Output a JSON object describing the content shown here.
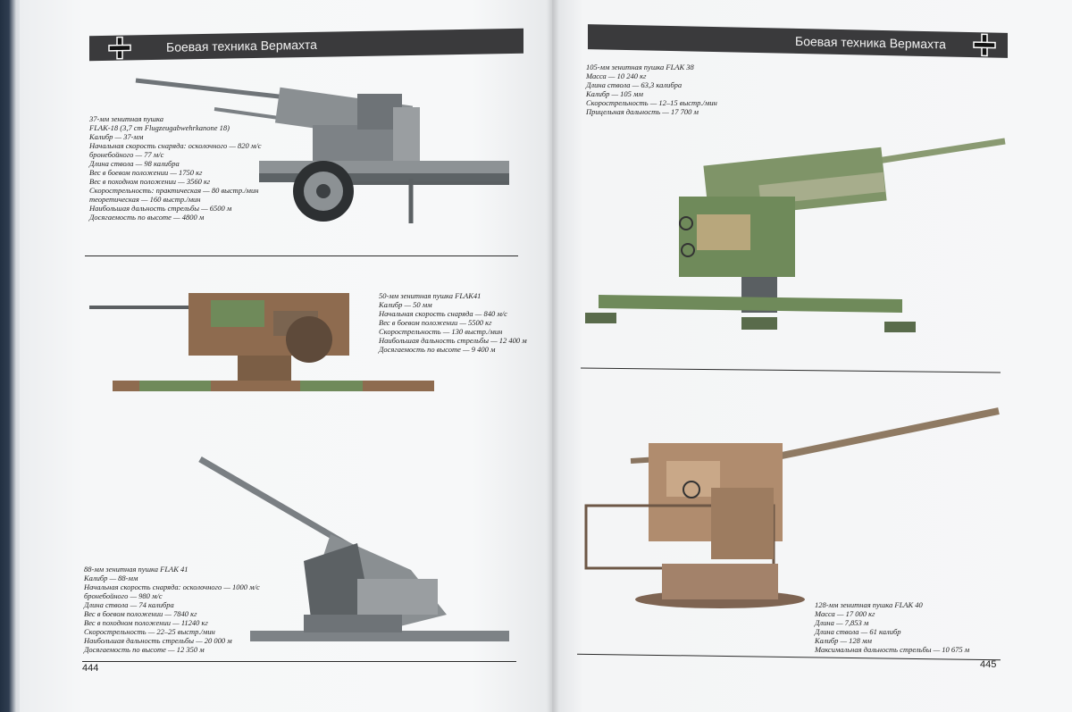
{
  "header": {
    "left_title": "Боевая техника Вермахта",
    "right_title": "Боевая техника Вермахта"
  },
  "page_numbers": {
    "left": "444",
    "right": "445"
  },
  "captions": {
    "flak18": [
      "37-мм зенитная пушка",
      "FLAK-18 (3,7 cm Flugzeugabwehrkanone 18)",
      "Калибр — 37-мм",
      "Начальная скорость снаряда: осколочного — 820 м/с",
      "бронебойного — 77 м/с",
      "Длина ствола — 98 калибра",
      "Вес в боевом положении — 1750 кг",
      "Вес в походном положении — 3560 кг",
      "Скорострельность: практическая — 80 выстр./мин",
      "теоретическая — 160 выстр./мин",
      "Наибольшая дальность стрельбы — 6500 м",
      "Досягаемость по высоте — 4800 м"
    ],
    "flak41_50": [
      "50-мм зенитная пушка FLAK41",
      "Калибр — 50 мм",
      "Начальная скорость снаряда — 840 м/с",
      "Вес в боевом положении — 5500 кг",
      "Скорострельность — 130 выстр./мин",
      "Наибольшая дальность стрельбы — 12 400 м",
      "Досягаемость по высоте — 9 400 м"
    ],
    "flak41_88": [
      "88-мм зенитная пушка FLAK 41",
      "Калибр — 88-мм",
      "Начальная скорость снаряда: осколочного — 1000 м/с",
      "бронебойного — 980 м/с",
      "Длина ствола — 74 калибра",
      "Вес в боевом положении — 7840 кг",
      "Вес в походном положении — 11240 кг",
      "Скорострельность — 22–25 выстр./мин",
      "Наибольшая дальность стрельбы — 20 000 м",
      "Досягаемость по высоте — 12 350 м"
    ],
    "flak38": [
      "105-мм зенитная пушка FLAK 38",
      "Масса — 10 240 кг",
      "Длина ствола — 63,3 калибра",
      "Калибр — 105 мм",
      "Скорострельность — 12–15 выстр./мин",
      "Прицельная дальность — 17 700 м"
    ],
    "flak40": [
      "128-мм зенитная пушка FLAK 40",
      "Масса — 17 000 кг",
      "Длина — 7,853 м",
      "Длина ствола — 61 калибр",
      "Калибр — 128 мм",
      "Максимальная дальность стрельбы — 10 675 м"
    ]
  },
  "colors": {
    "header_bar": "#3a3a3c",
    "gun_grey": "#8a8f92",
    "camo_brown": "#8e6b4f",
    "camo_green": "#6f8a5a"
  }
}
